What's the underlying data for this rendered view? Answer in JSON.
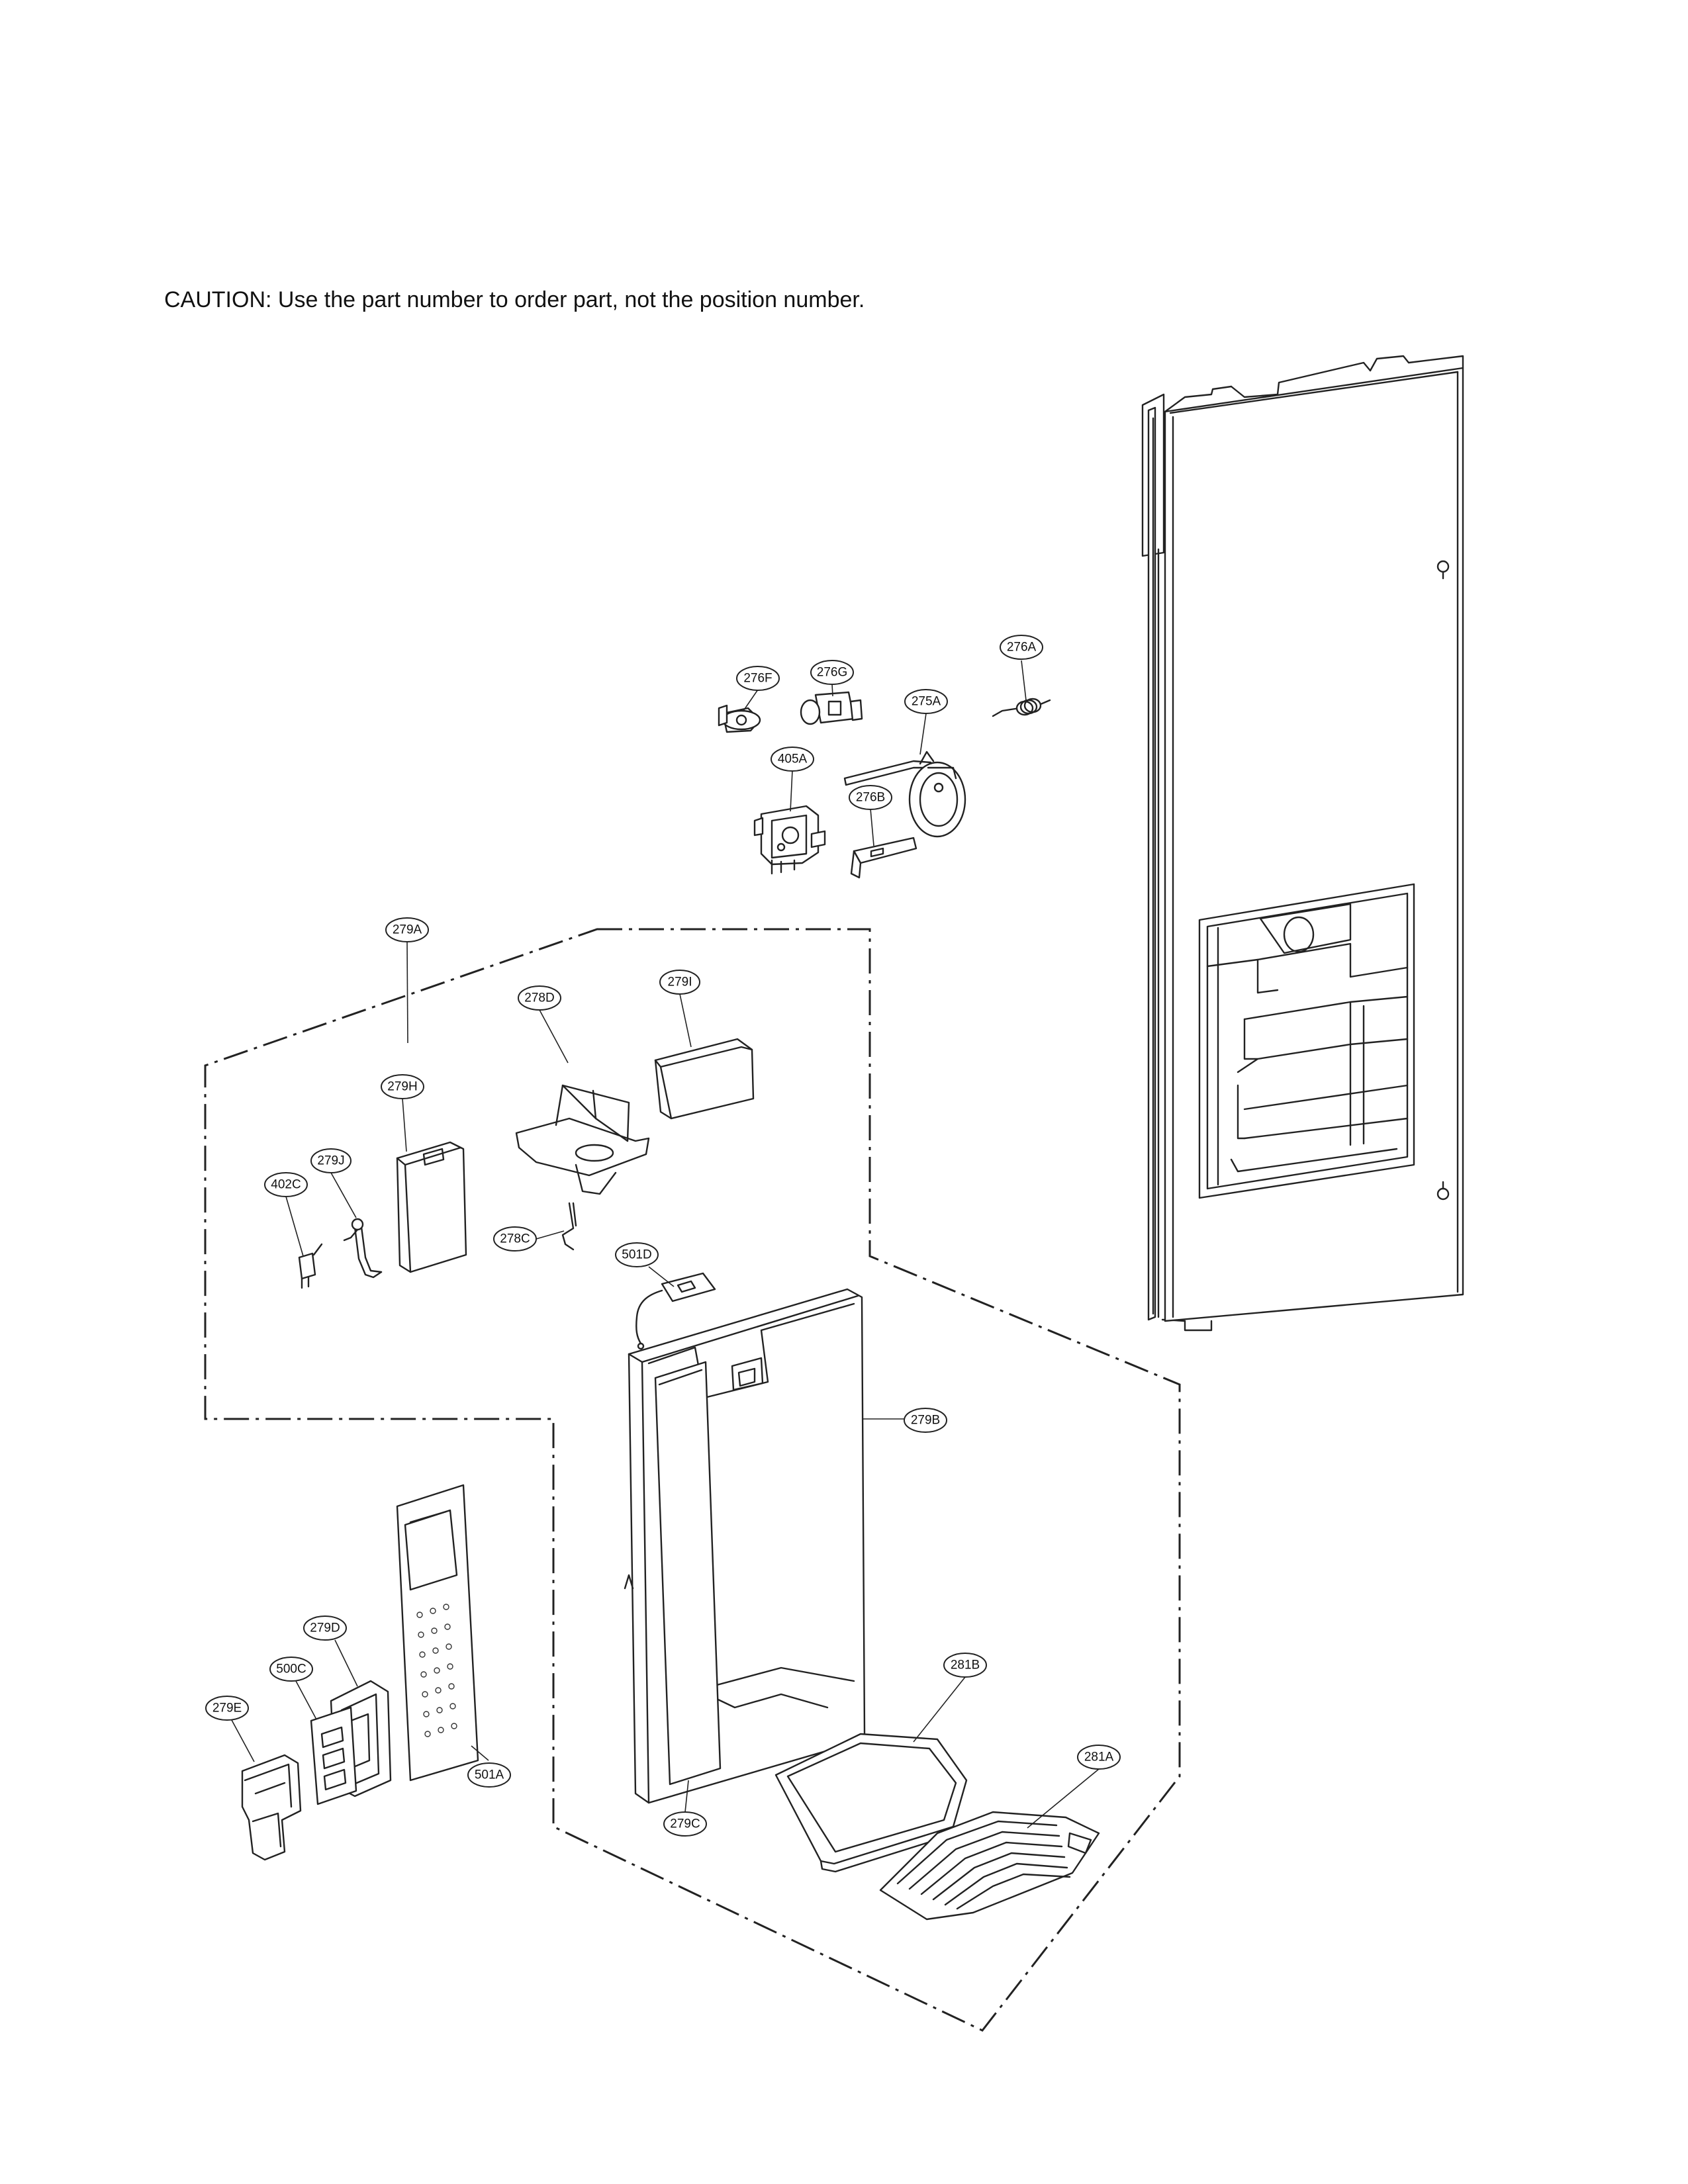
{
  "caution": "CAUTION: Use the part number to order part, not the position number.",
  "callouts": {
    "c276A": "276A",
    "c276G": "276G",
    "c276F": "276F",
    "c275A": "275A",
    "c405A": "405A",
    "c276B": "276B",
    "c279A": "279A",
    "c279I": "279I",
    "c278D": "278D",
    "c279H": "279H",
    "c279J": "279J",
    "c402C": "402C",
    "c278C": "278C",
    "c501D": "501D",
    "c279B": "279B",
    "c279D": "279D",
    "c500C": "500C",
    "c279E": "279E",
    "c501A": "501A",
    "c281B": "281B",
    "c281A": "281A",
    "c279C": "279C"
  }
}
